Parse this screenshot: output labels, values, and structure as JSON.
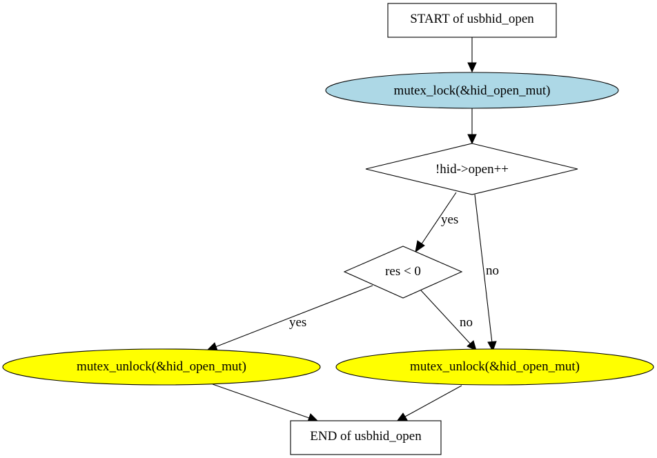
{
  "diagram": {
    "type": "flowchart",
    "colors": {
      "background": "#ffffff",
      "stroke": "#000000",
      "lock_fill": "#add8e6",
      "unlock_fill": "#ffff00",
      "default_fill": "#ffffff"
    },
    "nodes": {
      "start": {
        "label": "START of usbhid_open",
        "shape": "box"
      },
      "lock": {
        "label": "mutex_lock(&hid_open_mut)",
        "shape": "ellipse"
      },
      "cond_open": {
        "label": "!hid->open++",
        "shape": "diamond"
      },
      "cond_res": {
        "label": "res < 0",
        "shape": "diamond"
      },
      "unlock_left": {
        "label": "mutex_unlock(&hid_open_mut)",
        "shape": "ellipse"
      },
      "unlock_right": {
        "label": "mutex_unlock(&hid_open_mut)",
        "shape": "ellipse"
      },
      "end": {
        "label": "END of usbhid_open",
        "shape": "box"
      }
    },
    "edges": [
      {
        "from": "start",
        "to": "lock",
        "label": ""
      },
      {
        "from": "lock",
        "to": "cond_open",
        "label": ""
      },
      {
        "from": "cond_open",
        "to": "cond_res",
        "label": "yes"
      },
      {
        "from": "cond_open",
        "to": "unlock_right",
        "label": "no"
      },
      {
        "from": "cond_res",
        "to": "unlock_left",
        "label": "yes"
      },
      {
        "from": "cond_res",
        "to": "unlock_right",
        "label": "no"
      },
      {
        "from": "unlock_left",
        "to": "end",
        "label": ""
      },
      {
        "from": "unlock_right",
        "to": "end",
        "label": ""
      }
    ]
  }
}
